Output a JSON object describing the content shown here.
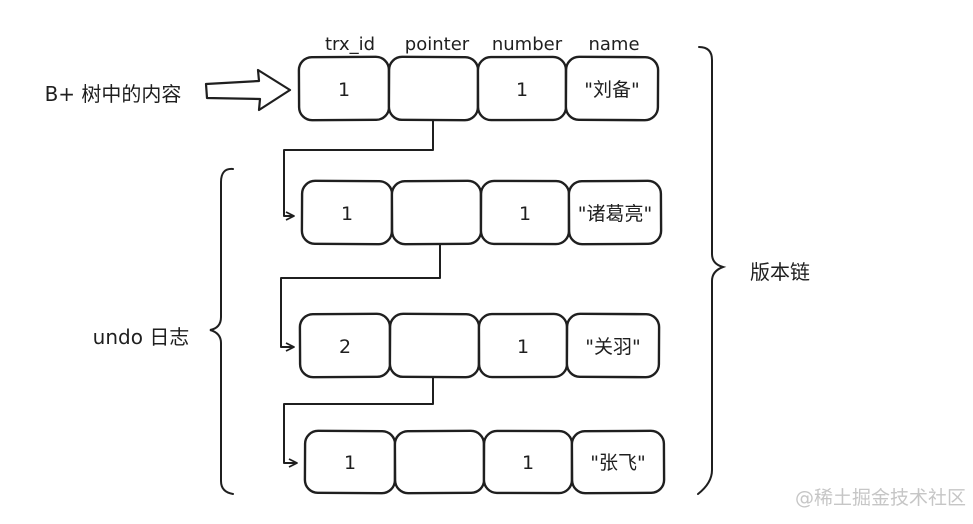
{
  "diagram": {
    "headers": [
      "trx_id",
      "pointer",
      "number",
      "name"
    ],
    "rows": [
      {
        "trx_id": "1",
        "pointer": "",
        "number": "1",
        "name": "\"刘备\""
      },
      {
        "trx_id": "1",
        "pointer": "",
        "number": "1",
        "name": "\"诸葛亮\""
      },
      {
        "trx_id": "2",
        "pointer": "",
        "number": "1",
        "name": "\"关羽\""
      },
      {
        "trx_id": "1",
        "pointer": "",
        "number": "1",
        "name": "\"张飞\""
      }
    ],
    "labels": {
      "btree_content": "B+ 树中的内容",
      "undo_log": "undo 日志",
      "version_chain": "版本链"
    },
    "watermark": "@稀土掘金技术社区",
    "colors": {
      "stroke": "#1f1f1f",
      "background": "#ffffff",
      "watermark": "#c6c6c6"
    }
  }
}
